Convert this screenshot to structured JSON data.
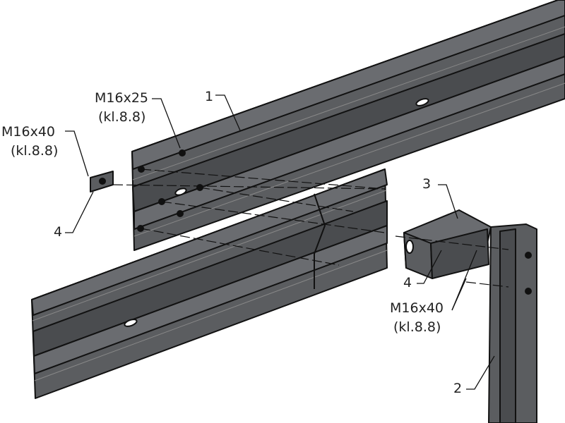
{
  "colors": {
    "steel": "#5b5d60",
    "steel_light": "#75777a",
    "steel_dark": "#3f4043",
    "outline": "#111111",
    "background": "#ffffff"
  },
  "labels": {
    "rail_upper": {
      "part": "1"
    },
    "bolt_upper": {
      "spec": "M16x25",
      "grade": "(kl.8.8)"
    },
    "bolt_left": {
      "spec": "M16x40",
      "grade": "(kl.8.8)"
    },
    "plate_left": {
      "part": "4"
    },
    "bracket": {
      "part": "3"
    },
    "plate_right": {
      "part": "4"
    },
    "bolt_right": {
      "spec": "M16x40",
      "grade": "(kl.8.8)"
    },
    "post": {
      "part": "2"
    }
  }
}
